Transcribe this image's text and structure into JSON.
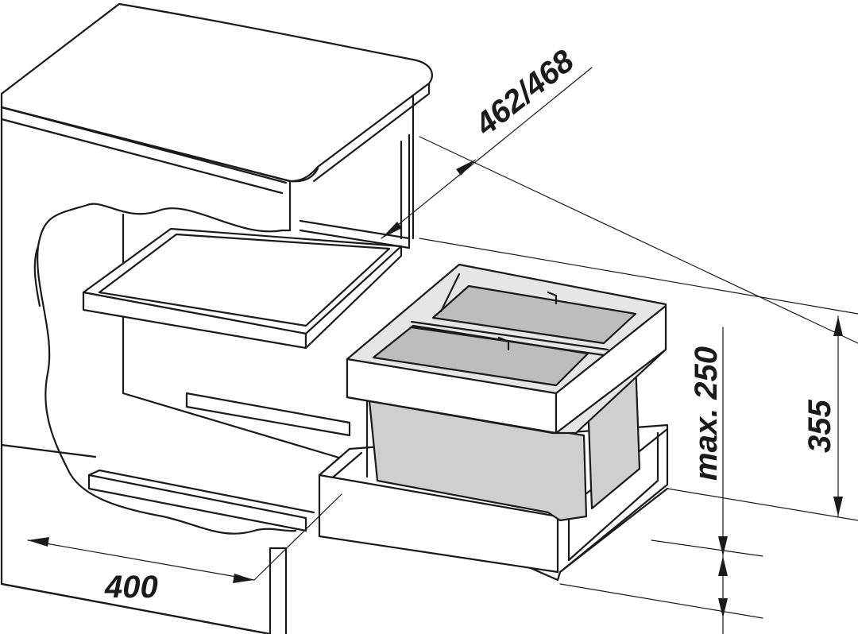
{
  "dimensions": {
    "depth": "462/468",
    "width": "400",
    "height_max": "max. 250",
    "height_cabinet": "355"
  },
  "colors": {
    "line": "#1a1a1a",
    "bin": "#cfcfcf",
    "frame": "#ffffff",
    "background": "#ffffff"
  }
}
